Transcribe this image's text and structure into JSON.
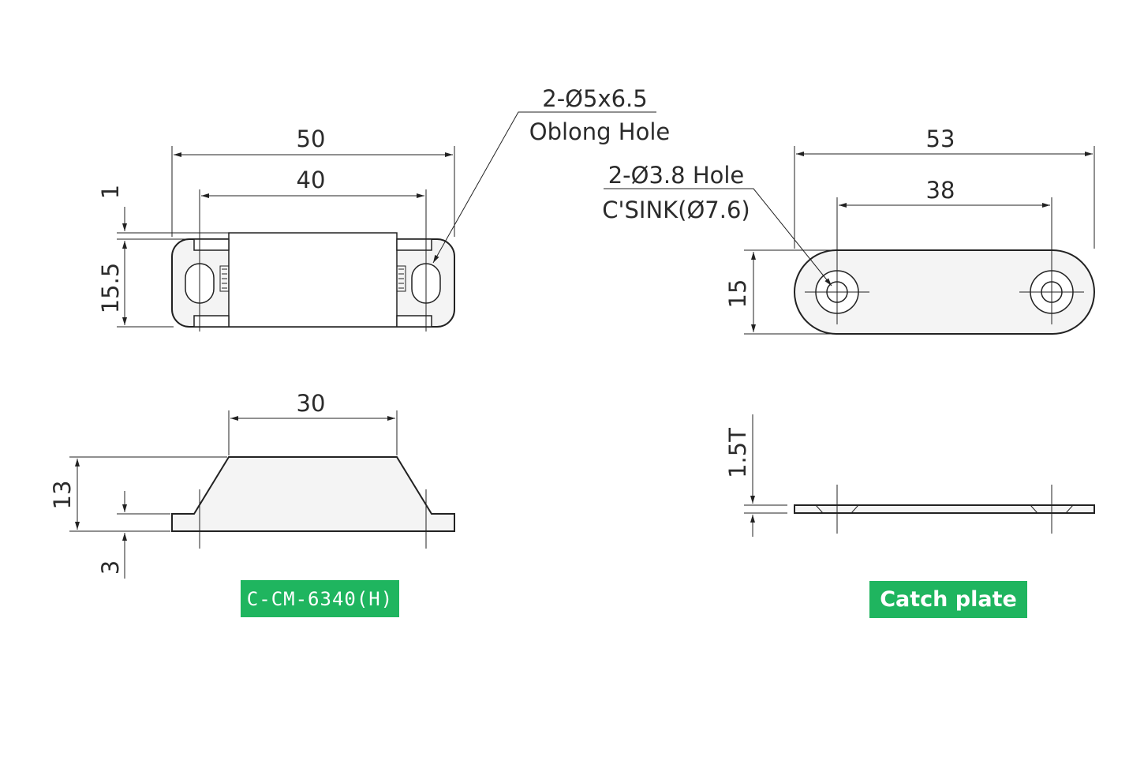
{
  "magnet_top": {
    "width": "50",
    "pitch": "40",
    "edge": "1",
    "height": "15.5",
    "hole_callout_line1": "2-Ø5x6.5",
    "hole_callout_line2": "Oblong Hole"
  },
  "magnet_side": {
    "top_width": "30",
    "height": "13",
    "base": "3"
  },
  "plate_top": {
    "width": "53",
    "pitch": "38",
    "height": "15",
    "hole_callout_line1": "2-Ø3.8 Hole",
    "hole_callout_line2": "C'SINK(Ø7.6)"
  },
  "plate_side": {
    "thickness": "1.5T"
  },
  "labels": {
    "magnet_model": "C-CM-6340(H)",
    "catch_plate": "Catch plate"
  },
  "colors": {
    "label_bg": "#1fb55f",
    "label_text": "#ffffff",
    "line": "#222222"
  }
}
